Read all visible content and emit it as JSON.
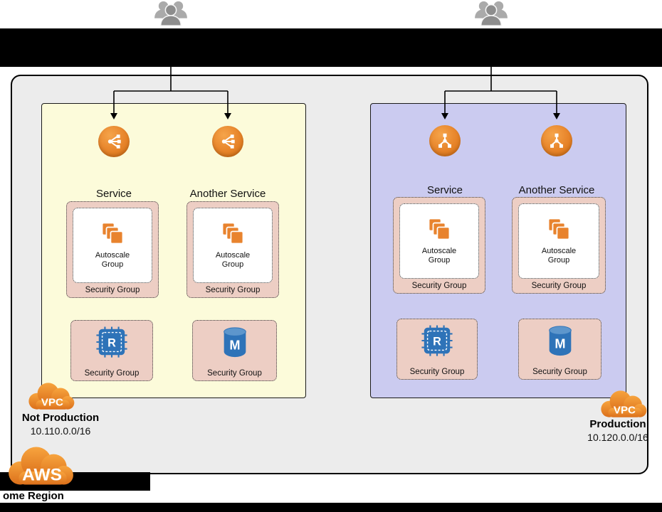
{
  "vpcs": [
    {
      "env_label": "Not Production",
      "cidr": "10.110.0.0/16",
      "cloud_label": "VPC",
      "services": [
        {
          "name": "Service",
          "autoscale_label": "Autoscale Group",
          "security_group_label": "Security Group"
        },
        {
          "name": "Another Service",
          "autoscale_label": "Autoscale Group",
          "security_group_label": "Security Group"
        }
      ],
      "datastores": [
        {
          "security_group_label": "Security Group"
        },
        {
          "security_group_label": "Security Group"
        }
      ]
    },
    {
      "env_label": "Production",
      "cidr": "10.120.0.0/16",
      "cloud_label": "VPC",
      "services": [
        {
          "name": "Service",
          "autoscale_label": "Autoscale Group",
          "security_group_label": "Security Group"
        },
        {
          "name": "Another Service",
          "autoscale_label": "Autoscale Group",
          "security_group_label": "Security Group"
        }
      ],
      "datastores": [
        {
          "security_group_label": "Security Group"
        },
        {
          "security_group_label": "Security Group"
        }
      ]
    }
  ],
  "aws": {
    "cloud_label": "AWS",
    "region_label": "ome Region"
  },
  "icons": {
    "users": "users-group-icon",
    "load_balancer": "load-balancer-icon",
    "autoscale": "ec2-instance-stack-icon",
    "rds": "rds-icon",
    "database": "database-cylinder-icon",
    "vpc_cloud": "vpc-cloud-icon",
    "aws_cloud": "aws-cloud-icon"
  },
  "colors": {
    "not_production_bg": "#FCFBDA",
    "production_bg": "#CBCBF0",
    "security_group_bg": "#EDCEC4",
    "aws_orange": "#E8862C",
    "icon_blue": "#2E73B8",
    "region_bg": "#ECECEC",
    "redaction": "#000000"
  }
}
